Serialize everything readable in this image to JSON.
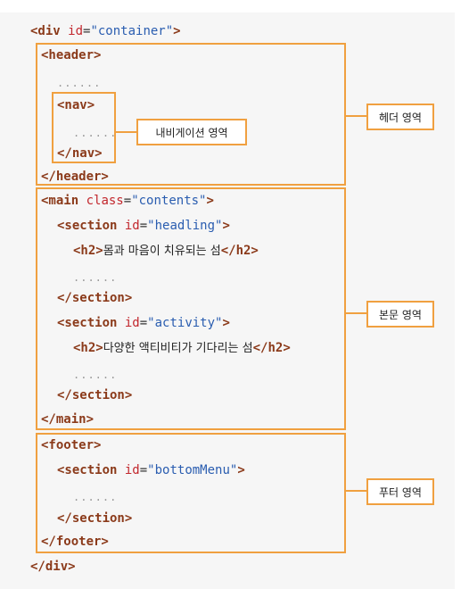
{
  "code": {
    "div_open": {
      "tag_open": "<div",
      "attr": "id",
      "eq": "=",
      "value": "\"container\"",
      "close": ">"
    },
    "header_open": "<header>",
    "header_dots": "......",
    "nav_open": "<nav>",
    "nav_dots": "......",
    "nav_close": "</nav>",
    "header_close": "</header>",
    "main_open": {
      "tag_open": "<main",
      "attr": "class",
      "eq": "=",
      "value": "\"contents\"",
      "close": ">"
    },
    "section1_open": {
      "tag_open": "<section",
      "attr": "id",
      "eq": "=",
      "value": "\"headling\"",
      "close": ">"
    },
    "h2_1": {
      "open": "<h2>",
      "text": "몸과 마음이 치유되는 섬",
      "close": "</h2>"
    },
    "section1_dots": "......",
    "section1_close": "</section>",
    "section2_open": {
      "tag_open": "<section",
      "attr": "id",
      "eq": "=",
      "value": "\"activity\"",
      "close": ">"
    },
    "h2_2": {
      "open": "<h2>",
      "text": "다양한 액티비티가 기다리는 섬",
      "close": "</h2>"
    },
    "section2_dots": "......",
    "section2_close": "</section>",
    "main_close": "</main>",
    "footer_open": "<footer>",
    "section3_open": {
      "tag_open": "<section",
      "attr": "id",
      "eq": "=",
      "value": "\"bottomMenu\"",
      "close": ">"
    },
    "section3_dots": "......",
    "section3_close": "</section>",
    "footer_close": "</footer>",
    "div_close": "</div>"
  },
  "labels": {
    "nav": "내비게이션 영역",
    "header": "헤더 영역",
    "main": "본문 영역",
    "footer": "푸터 영역"
  },
  "colors": {
    "box_border": "#f0a040",
    "tag": "#8b3a1a",
    "attribute": "#c2272d",
    "value": "#2a5db0"
  }
}
